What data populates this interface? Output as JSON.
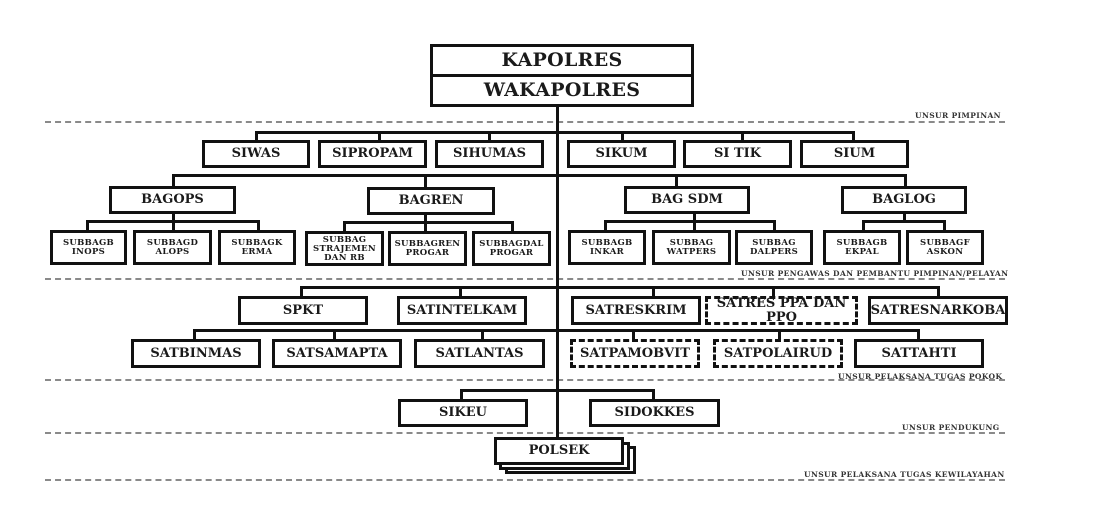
{
  "title": "Struktur Organisasi Polres",
  "leadership": {
    "top": "KAPOLRES",
    "deputy": "WAKAPOLRES"
  },
  "zones": {
    "pimpinan": "UNSUR PIMPINAN",
    "pengawas": "UNSUR PENGAWAS DAN PEMBANTU PIMPINAN/PELAYAN",
    "pelaksana_pokok": "UNSUR PELAKSANA TUGAS POKOK",
    "pendukung": "UNSUR PENDUKUNG",
    "kewilayahan": "UNSUR PELAKSANA TUGAS KEWILAYAHAN"
  },
  "si_units": [
    "SIWAS",
    "SIPROPAM",
    "SIHUMAS",
    "SIKUM",
    "SI TIK",
    "SIUM"
  ],
  "bagians": [
    {
      "name": "BAGOPS",
      "subs": [
        [
          "SUBBAGB",
          "INOPS"
        ],
        [
          "SUBBAGD",
          "ALOPS"
        ],
        [
          "SUBBAGK",
          "ERMA"
        ]
      ]
    },
    {
      "name": "BAGREN",
      "subs": [
        [
          "SUBBAG",
          "STRAJEMEN",
          "DAN RB"
        ],
        [
          "SUBBAGREN",
          "PROGAR"
        ],
        [
          "SUBBAGDAL",
          "PROGAR"
        ]
      ]
    },
    {
      "name": "BAG SDM",
      "subs": [
        [
          "SUBBAGB",
          "INKAR"
        ],
        [
          "SUBBAG",
          "WATPERS"
        ],
        [
          "SUBBAG",
          "DALPERS"
        ]
      ]
    },
    {
      "name": "BAGLOG",
      "subs": [
        [
          "SUBBAGB",
          "EKPAL"
        ],
        [
          "SUBBAGF",
          "ASKON"
        ]
      ]
    }
  ],
  "sat_row1": [
    "SPKT",
    "SATINTELKAM",
    "SATRESKRIM",
    "SATRES PPA DAN PPO",
    "SATRESNARKOBA"
  ],
  "sat_row2": [
    "SATBINMAS",
    "SATSAMAPTA",
    "SATLANTAS",
    "SATPAMOBVIT",
    "SATPOLAIRUD",
    "SATTAHTI"
  ],
  "support": [
    "SIKEU",
    "SIDOKKES"
  ],
  "polsek": "POLSEK"
}
